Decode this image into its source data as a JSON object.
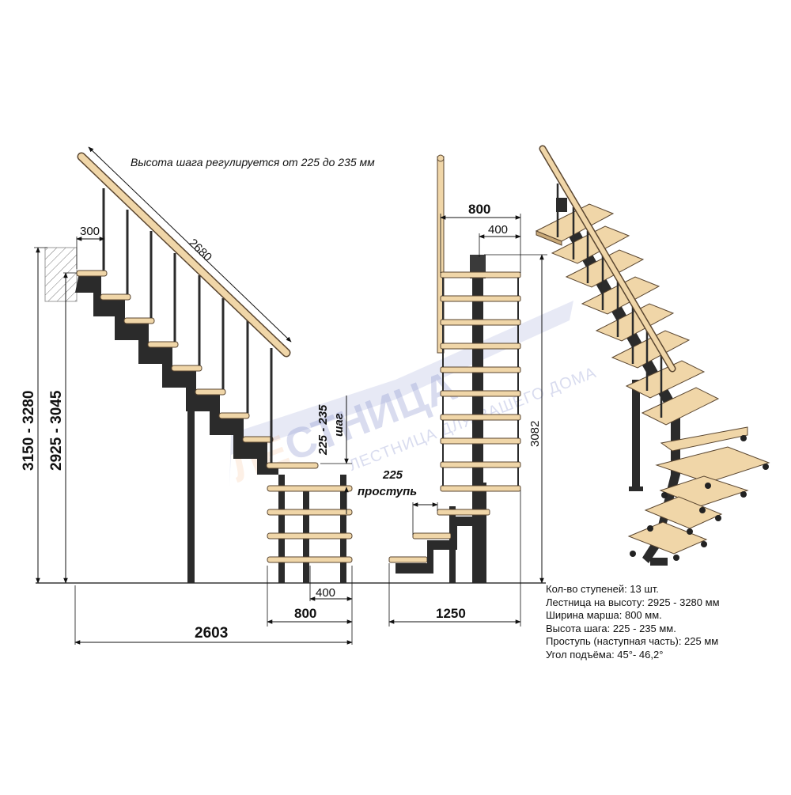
{
  "top_note": "Высота шага регулируется от 225 до 235 мм",
  "side_view": {
    "dim_railing": "2680",
    "dim_top_offset": "300",
    "dim_total_height": "3150 - 3280",
    "dim_floor_height": "2925 - 3045",
    "dim_step_height_value": "225 - 235",
    "dim_step_height_word": "шаг",
    "dim_width_400": "400",
    "dim_width_800": "800",
    "dim_length": "2603"
  },
  "front_view": {
    "dim_top_800": "800",
    "dim_top_400": "400",
    "dim_height": "3082",
    "dim_tread_value": "225",
    "dim_tread_word": "проступь",
    "dim_width_1250": "1250"
  },
  "watermark": {
    "brand_accent": "ЛЕ",
    "brand_rest": "СТНИЦА",
    "tagline": "ЛЕСТНИЦА ДЛЯ ВАШЕГО ДОМА"
  },
  "specs": [
    "Кол-во ступеней: 13 шт.",
    "Лестница на высоту: 2925 - 3280 мм",
    "Ширина марша: 800 мм.",
    "Высота шага: 225 - 235 мм.",
    "Проступь (наступная часть): 225 мм",
    "Угол подъёма: 45°- 46,2°"
  ],
  "colors": {
    "wood": "#f0d6a8",
    "wood_edge": "#5a4630",
    "metal": "#2b2b2b",
    "line": "#111111",
    "watermark": "#7a86c9",
    "watermark_accent": "#f08a3c"
  }
}
